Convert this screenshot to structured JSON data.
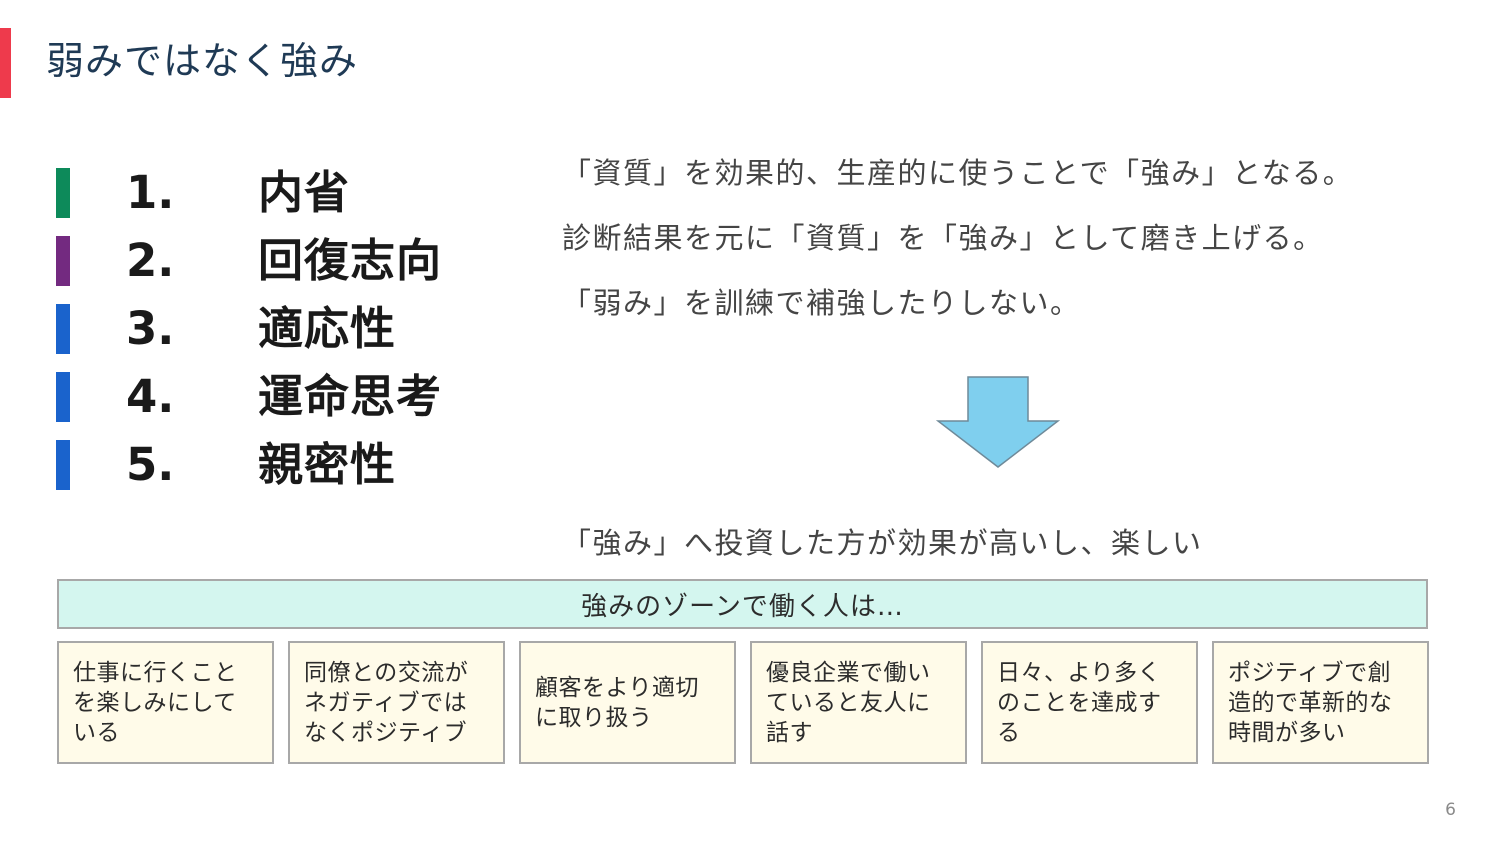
{
  "slide": {
    "title": "弱みではなく強み",
    "page_number": "6"
  },
  "ranking": [
    {
      "number": "1.",
      "name": "内省",
      "color": "#0d8a5a"
    },
    {
      "number": "2.",
      "name": "回復志向",
      "color": "#732a80"
    },
    {
      "number": "3.",
      "name": "適応性",
      "color": "#1a63cc"
    },
    {
      "number": "4.",
      "name": "運命思考",
      "color": "#1a63cc"
    },
    {
      "number": "5.",
      "name": "親密性",
      "color": "#1a63cc"
    }
  ],
  "statements": {
    "line1": "「資質」を効果的、生産的に使うことで「強み」となる。",
    "line2": "診断結果を元に「資質」を「強み」として磨き上げる。",
    "line3": "「弱み」を訓練で補強したりしない。",
    "conclusion": "「強み」へ投資した方が効果が高いし、楽しい"
  },
  "arrow": {
    "icon": "down-arrow-icon",
    "color": "#7fcfee",
    "stroke": "#6f8a99"
  },
  "strength_zone": {
    "header": "強みのゾーンで働く人は…",
    "header_color": "#d4f6ef",
    "card_color": "#fffbe9",
    "items": [
      "仕事に行くことを楽しみにしている",
      "同僚との交流がネガティブではなくポジティブ",
      "顧客をより適切に取り扱う",
      "優良企業で働いていると友人に話す",
      "日々、より多くのことを達成する",
      "ポジティブで創造的で革新的な時間が多い"
    ]
  }
}
